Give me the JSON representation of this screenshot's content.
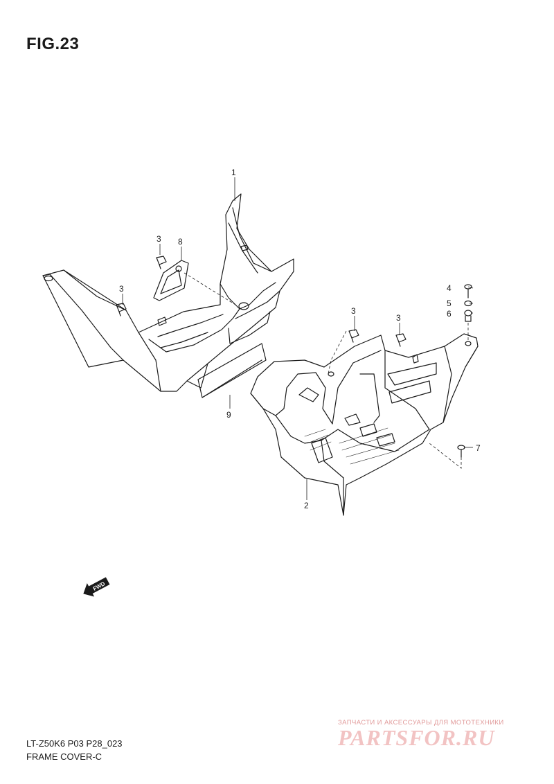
{
  "figure": {
    "title": "FIG.23",
    "callouts": [
      {
        "id": "callout-1",
        "text": "1"
      },
      {
        "id": "callout-2",
        "text": "2"
      },
      {
        "id": "callout-3a",
        "text": "3"
      },
      {
        "id": "callout-3b",
        "text": "3"
      },
      {
        "id": "callout-3c",
        "text": "3"
      },
      {
        "id": "callout-3d",
        "text": "3"
      },
      {
        "id": "callout-4",
        "text": "4"
      },
      {
        "id": "callout-5",
        "text": "5"
      },
      {
        "id": "callout-6",
        "text": "6"
      },
      {
        "id": "callout-7",
        "text": "7"
      },
      {
        "id": "callout-8",
        "text": "8"
      },
      {
        "id": "callout-9",
        "text": "9"
      }
    ],
    "fwd_label": "FWD"
  },
  "caption": {
    "model_code": "LT-Z50K6 P03 P28_023",
    "section_name": "FRAME COVER-C"
  },
  "watermark": {
    "tagline": "ЗАПЧАСТИ И АКСЕССУАРЫ ДЛЯ МОТОТЕХНИКИ",
    "brand": "PARTSFOR.RU"
  },
  "colors": {
    "line": "#1a1a1a",
    "watermark": "#f2c3c3",
    "watermark_text": "#e19a9a"
  }
}
